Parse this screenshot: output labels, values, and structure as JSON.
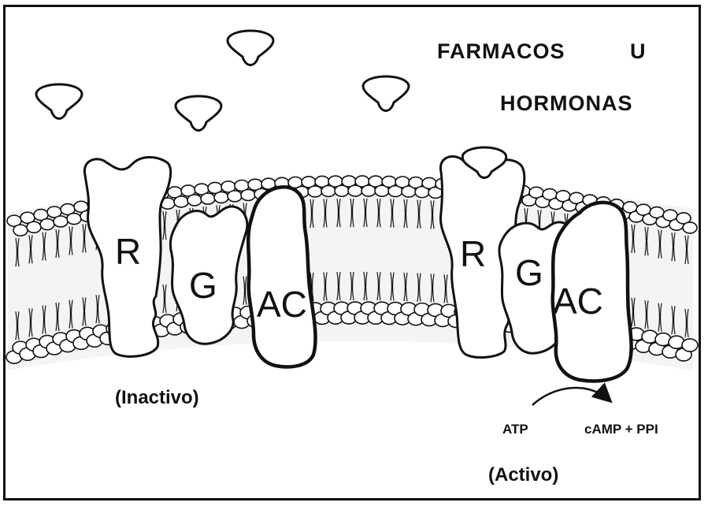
{
  "title": {
    "line1_a": "FARMACOS",
    "line1_b": "U",
    "line2": "HORMONAS"
  },
  "complex_inactive": {
    "receptor": "R",
    "g_protein": "G",
    "adenylyl_cyclase": "AC",
    "state": "(Inactivo)"
  },
  "complex_active": {
    "receptor": "R",
    "g_protein": "G",
    "adenylyl_cyclase": "AC",
    "state": "(Activo)",
    "substrate": "ATP",
    "products": "cAMP + PPI"
  }
}
